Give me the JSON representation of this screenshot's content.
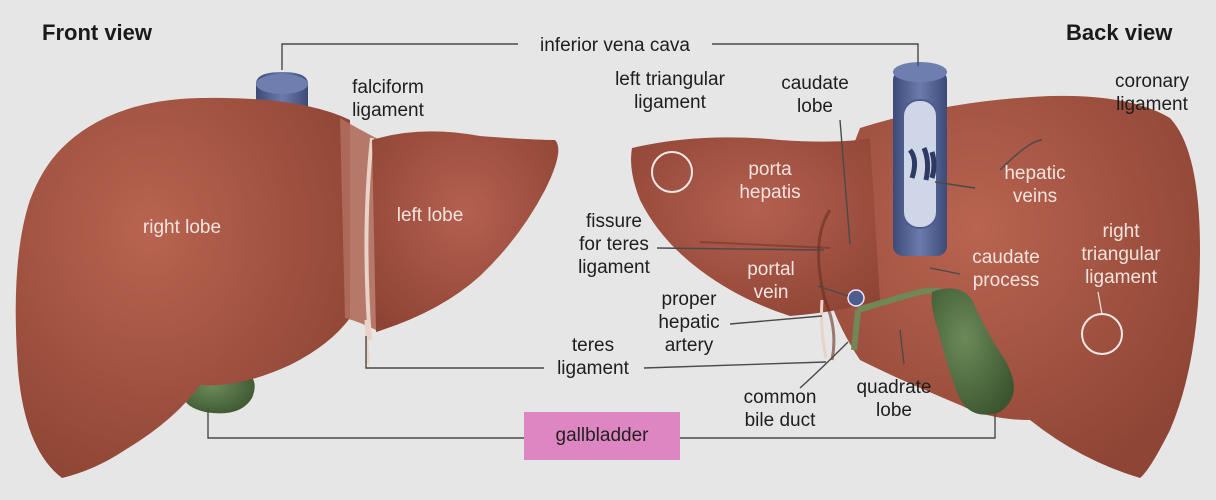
{
  "headers": {
    "front": "Front view",
    "back": "Back view"
  },
  "labels": {
    "inferior_vena_cava": "inferior vena cava",
    "falciform_ligament": "falciform\nligament",
    "right_lobe": "right lobe",
    "left_lobe": "left lobe",
    "left_triangular_ligament": "left triangular\nligament",
    "caudate_lobe": "caudate\nlobe",
    "coronary_ligament": "coronary\nligament",
    "porta_hepatis": "porta\nhepatis",
    "hepatic_veins": "hepatic\nveins",
    "fissure_teres": "fissure\nfor teres\nligament",
    "right_triangular_ligament": "right\ntriangular\nligament",
    "caudate_process": "caudate\nprocess",
    "portal_vein": "portal\nvein",
    "proper_hepatic_artery": "proper\nhepatic\nartery",
    "teres_ligament": "teres\nligament",
    "common_bile_duct": "common\nbile duct",
    "quadrate_lobe": "quadrate\nlobe",
    "gallbladder": "gallbladder"
  },
  "colors": {
    "liver": "#a4533f",
    "liver_dark": "#8c4232",
    "ivc": "#4e5e8c",
    "gallbladder": "#4d6b3f",
    "highlight": "#dd86c2",
    "background": "#e6e6e6"
  }
}
